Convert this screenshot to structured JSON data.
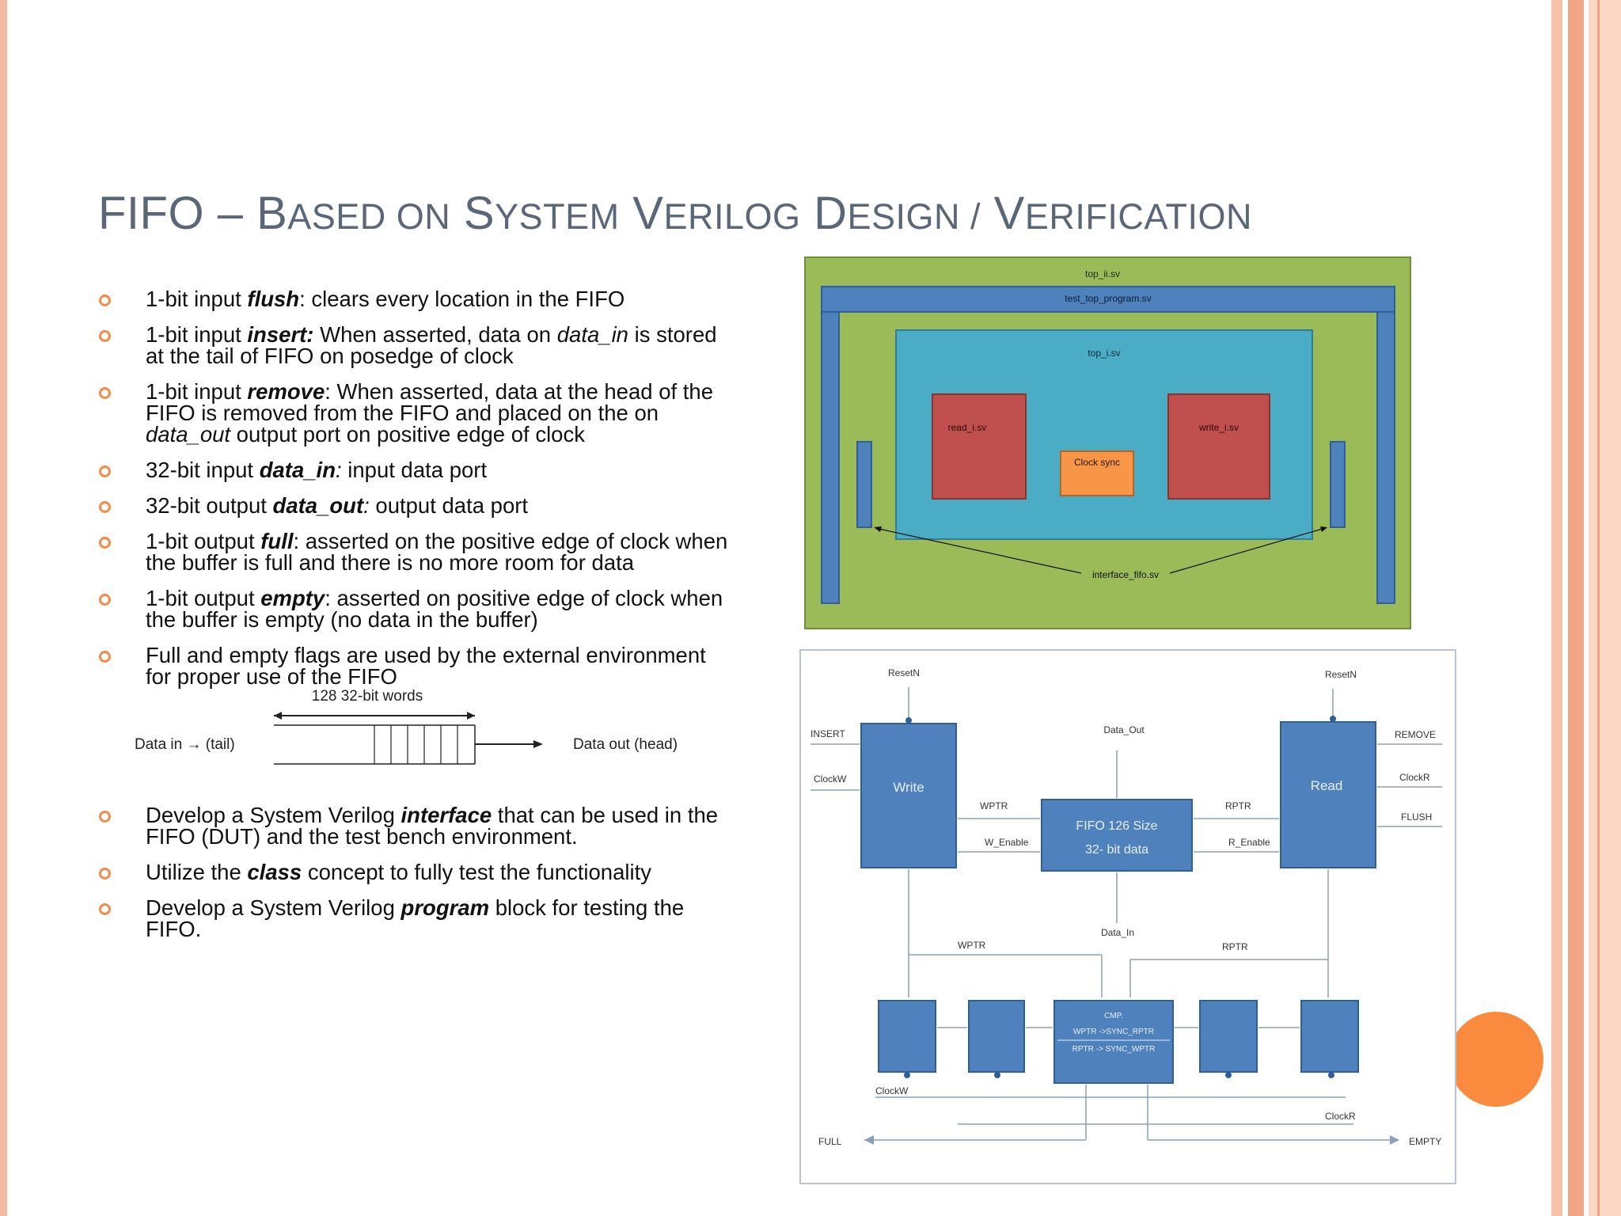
{
  "title": {
    "parts": [
      {
        "cap": "FIFO",
        "rest": ""
      },
      {
        "cap": " – B",
        "rest": "ASED ON"
      },
      {
        "cap": " S",
        "rest": "YSTEM"
      },
      {
        "cap": " V",
        "rest": "ERILOG"
      },
      {
        "cap": " D",
        "rest": "ESIGN /"
      },
      {
        "cap": " V",
        "rest": "ERIFICATION"
      }
    ]
  },
  "bullets_top": [
    {
      "pre": "1-bit input ",
      "kw": "flush",
      "post": ": clears every location in the FIFO"
    },
    {
      "pre": "1-bit input ",
      "kw": "insert:",
      "mid": " When asserted, data on ",
      "it": "data_in",
      "post": " is stored at the tail of FIFO on posedge of clock"
    },
    {
      "pre": "1-bit input ",
      "kw": "remove",
      "mid": ": When asserted, data at the head of the FIFO is removed from the FIFO and placed on the on ",
      "it": "data_out",
      "post": " output port on positive edge of clock"
    },
    {
      "pre": "32-bit input ",
      "kw": "data_in",
      "itpost": ":",
      "post": " input data port"
    },
    {
      "pre": "32-bit output ",
      "kw": "data_out",
      "itpost": ":",
      "post": " output data port"
    },
    {
      "pre": "1-bit output ",
      "kw": "full",
      "post": ": asserted on the positive edge of clock when the buffer is full and there is no more room for data"
    },
    {
      "pre": "1-bit output ",
      "kw": "empty",
      "post": ": asserted on positive edge of clock when the buffer is empty (no data in the buffer)"
    },
    {
      "pre": "Full and empty flags are used by the external environment for proper use of the FIFO",
      "kw": "",
      "post": ""
    }
  ],
  "bullets_bottom": [
    {
      "pre": "Develop a System Verilog ",
      "kw": "interface",
      "post": " that can be used in the FIFO (DUT) and the test bench environment."
    },
    {
      "pre": "Utilize the ",
      "kw": "class",
      "post": " concept to fully test the functionality"
    },
    {
      "pre": "Develop a System Verilog ",
      "kw": "program",
      "post": " block for testing the FIFO."
    }
  ],
  "fifo_figure": {
    "size_label": "128 32-bit words",
    "left_label": "Data in → (tail)",
    "right_label": "Data out (head)"
  },
  "diagram_top": {
    "outer": "top_ii.sv",
    "program": "test_top_program.sv",
    "inner": "top_i.sv",
    "read": "read_i.sv",
    "write": "write_i.sv",
    "sync": "Clock sync",
    "interface": "interface_fifo.sv",
    "colors": {
      "outer": "#9bbb59",
      "blue": "#4f81bd",
      "inner": "#4bacc6",
      "red": "#c0504d",
      "orange": "#f79646"
    }
  },
  "diagram_bottom": {
    "resetn_left": "ResetN",
    "resetn_right": "ResetN",
    "insert": "INSERT",
    "clockw_in": "ClockW",
    "write": "Write",
    "data_out": "Data_Out",
    "remove": "REMOVE",
    "clockr_in": "ClockR",
    "flush": "FLUSH",
    "read": "Read",
    "wptr": "WPTR",
    "w_enable": "W_Enable",
    "rptr": "RPTR",
    "r_enable": "R_Enable",
    "fifo_line1": "FIFO 126 Size",
    "fifo_line2": "32- bit data",
    "data_in": "Data_In",
    "wptr_low": "WPTR",
    "rptr_low": "RPTR",
    "cmp_line1": "CMP.",
    "cmp_line2": "WPTR ->SYNC_RPTR",
    "cmp_line3": "RPTR -> SYNC_WPTR",
    "clockw_low": "ClockW",
    "clockr_low": "ClockR",
    "full": "FULL",
    "empty": "EMPTY"
  }
}
